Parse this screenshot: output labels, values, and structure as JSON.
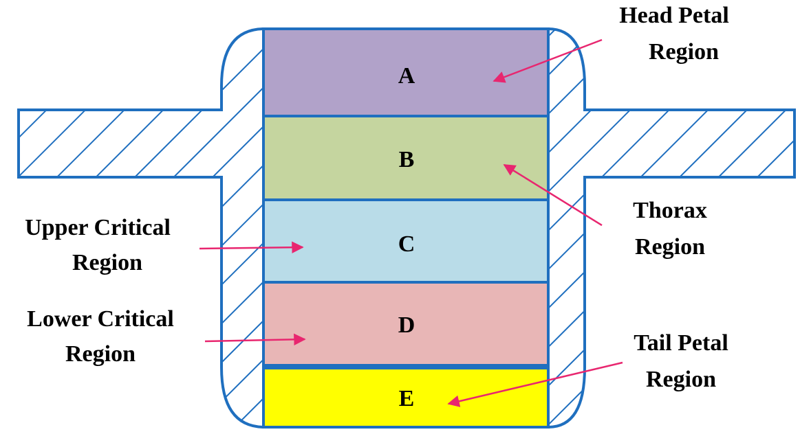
{
  "colors": {
    "outline": "#1f6fbf",
    "hatch": "#1f6fbf",
    "arrow": "#e8266f",
    "region_A": "#b1a2c9",
    "region_B": "#c5d59f",
    "region_C": "#b9dce8",
    "region_D": "#e8b6b6",
    "region_E": "#ffff00"
  },
  "regions": [
    {
      "letter": "A"
    },
    {
      "letter": "B"
    },
    {
      "letter": "C"
    },
    {
      "letter": "D"
    },
    {
      "letter": "E"
    }
  ],
  "labels": {
    "head_petal": {
      "line1": "Head Petal",
      "line2": "Region"
    },
    "thorax": {
      "line1": "Thorax",
      "line2": "Region"
    },
    "upper_critical": {
      "line1": "Upper Critical",
      "line2": "Region"
    },
    "lower_critical": {
      "line1": "Lower Critical",
      "line2": "Region"
    },
    "tail_petal": {
      "line1": "Tail Petal",
      "line2": "Region"
    }
  },
  "icons": {
    "arrow": "arrowhead-triangle"
  }
}
